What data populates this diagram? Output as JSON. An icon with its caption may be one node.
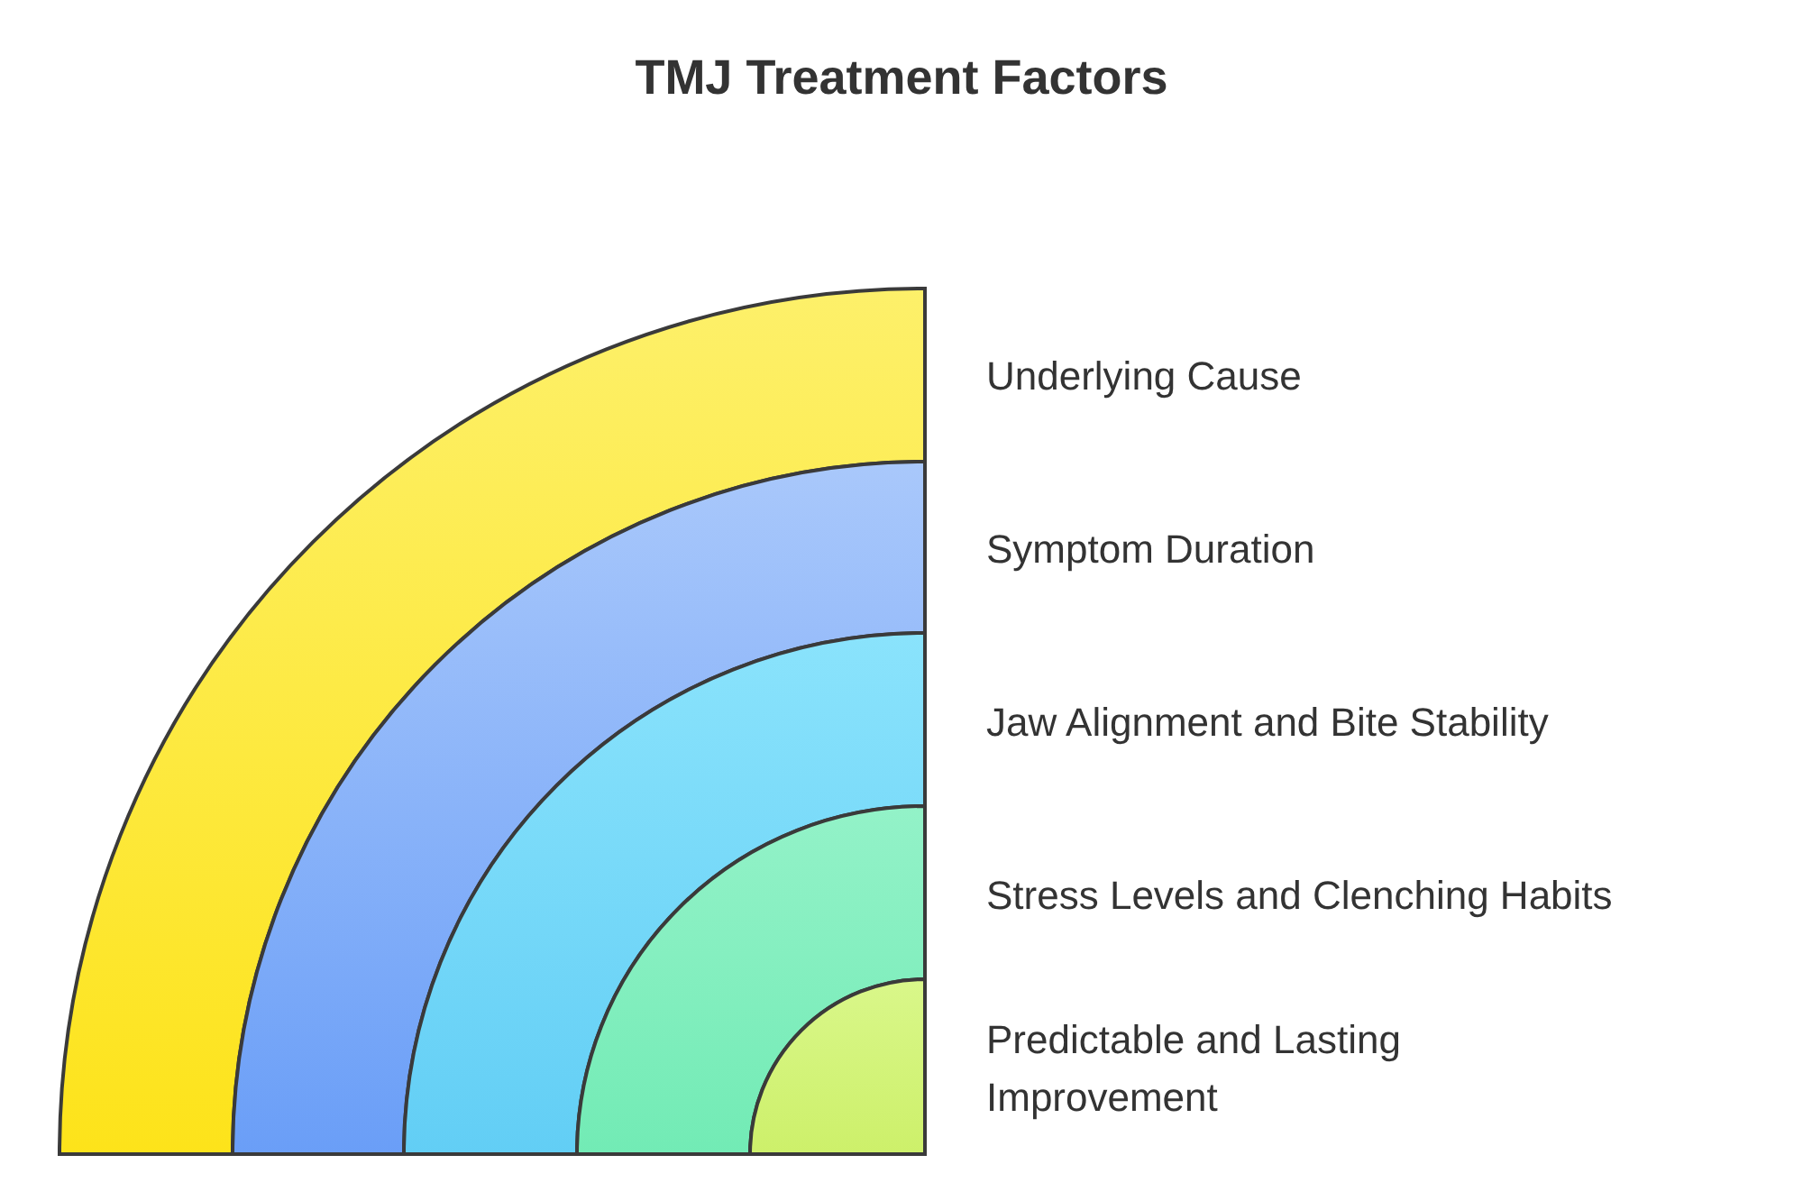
{
  "diagram": {
    "title": "TMJ Treatment Factors",
    "nodes": [
      {
        "text": [
          "Underlying Cause"
        ]
      },
      {
        "text": [
          "Symptom Duration"
        ]
      },
      {
        "text": [
          "Jaw Alignment and Bite Stability"
        ]
      },
      {
        "text": [
          "Stress Levels and Clenching Habits"
        ]
      },
      {
        "text": [
          "Predictable and Lasting Improvement"
        ]
      }
    ]
  }
}
